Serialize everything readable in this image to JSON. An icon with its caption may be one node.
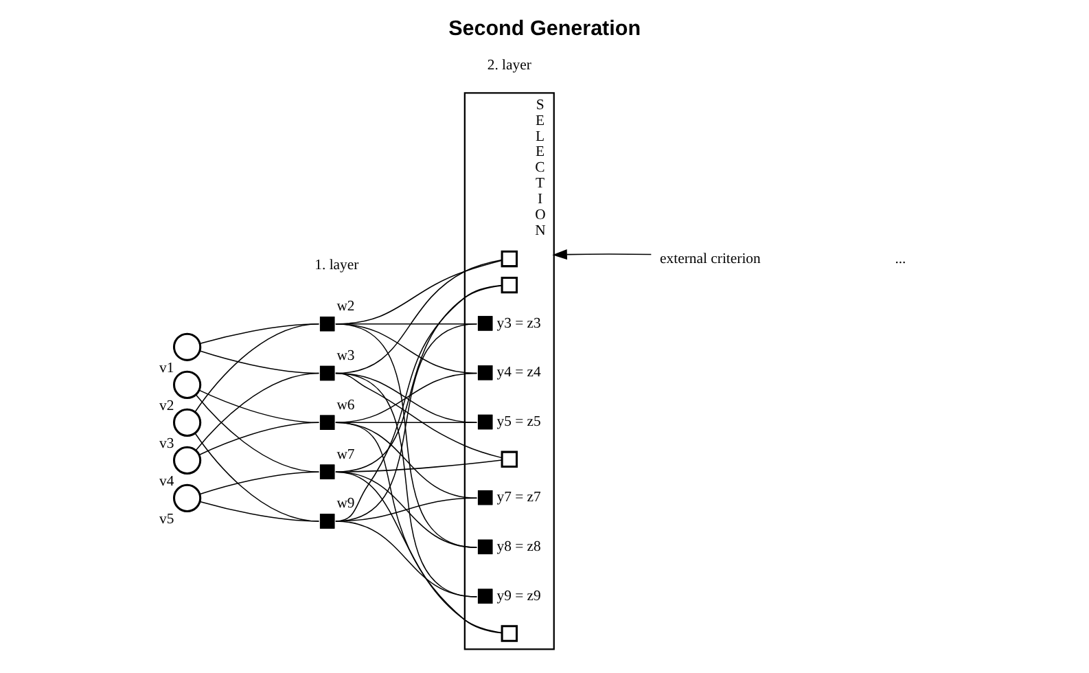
{
  "diagram": {
    "title": "Second Generation",
    "nodes": [
      {
        "text": [],
        "shape": "circle",
        "beside": [
          "v1"
        ]
      },
      {
        "text": [],
        "shape": "circle",
        "beside": [
          "v2"
        ]
      },
      {
        "text": [],
        "shape": "circle",
        "beside": [
          "v3"
        ]
      },
      {
        "text": [],
        "shape": "circle",
        "beside": [
          "v4"
        ]
      },
      {
        "text": [],
        "shape": "circle",
        "beside": [
          "v5"
        ]
      },
      {
        "text": [],
        "shape": "box",
        "beside": [
          "w2"
        ]
      },
      {
        "text": [],
        "shape": "box",
        "beside": [
          "w3"
        ]
      },
      {
        "text": [],
        "shape": "box",
        "beside": [
          "w6"
        ]
      },
      {
        "text": [],
        "shape": "box",
        "beside": [
          "w7"
        ]
      },
      {
        "text": [],
        "shape": "box",
        "beside": [
          "w9"
        ]
      },
      {
        "text": [
          "SELECTION"
        ]
      },
      {
        "text": [],
        "shape": "box",
        "in": 10
      },
      {
        "text": [],
        "shape": "box",
        "in": 10
      },
      {
        "text": [],
        "shape": "box",
        "in": 10,
        "beside": [
          "y3 = z3"
        ]
      },
      {
        "text": [],
        "shape": "box",
        "in": 10,
        "beside": [
          "y4 = z4"
        ]
      },
      {
        "text": [],
        "shape": "box",
        "in": 10,
        "beside": [
          "y5 = z5"
        ]
      },
      {
        "text": [],
        "shape": "box",
        "in": 10
      },
      {
        "text": [],
        "shape": "box",
        "in": 10,
        "beside": [
          "y7 = z7"
        ]
      },
      {
        "text": [],
        "shape": "box",
        "in": 10,
        "beside": [
          "y8 = z8"
        ]
      },
      {
        "text": [],
        "shape": "box",
        "in": 10,
        "beside": [
          "y9 = z9"
        ]
      },
      {
        "text": [],
        "shape": "box",
        "in": 10
      },
      {
        "text": [
          "external criterion"
        ]
      }
    ],
    "edges": [
      {
        "from": 0,
        "to": 5,
        "arrow": "none"
      },
      {
        "from": 0,
        "to": 6,
        "arrow": "none"
      },
      {
        "from": 1,
        "to": 7,
        "arrow": "none"
      },
      {
        "from": 1,
        "to": 8,
        "arrow": "none"
      },
      {
        "from": 2,
        "to": 5,
        "arrow": "none"
      },
      {
        "from": 2,
        "to": 9,
        "arrow": "none"
      },
      {
        "from": 3,
        "to": 6,
        "arrow": "none"
      },
      {
        "from": 3,
        "to": 7,
        "arrow": "none"
      },
      {
        "from": 4,
        "to": 8,
        "arrow": "none"
      },
      {
        "from": 4,
        "to": 9,
        "arrow": "none"
      },
      {
        "from": 5,
        "to": 11,
        "arrow": "none"
      },
      {
        "from": 6,
        "to": 11,
        "arrow": "none"
      },
      {
        "from": 8,
        "to": 12,
        "arrow": "none"
      },
      {
        "from": 9,
        "to": 12,
        "arrow": "none"
      },
      {
        "from": 5,
        "to": 13,
        "arrow": "none"
      },
      {
        "from": 9,
        "to": 13,
        "arrow": "none"
      },
      {
        "from": 5,
        "to": 14,
        "arrow": "none"
      },
      {
        "from": 7,
        "to": 14,
        "arrow": "none"
      },
      {
        "from": 6,
        "to": 15,
        "arrow": "none"
      },
      {
        "from": 7,
        "to": 15,
        "arrow": "none"
      },
      {
        "from": 6,
        "to": 16,
        "arrow": "none"
      },
      {
        "from": 8,
        "to": 16,
        "arrow": "none"
      },
      {
        "from": 7,
        "to": 17,
        "arrow": "none"
      },
      {
        "from": 9,
        "to": 17,
        "arrow": "none"
      },
      {
        "from": 5,
        "to": 18,
        "arrow": "none"
      },
      {
        "from": 8,
        "to": 18,
        "arrow": "none"
      },
      {
        "from": 6,
        "to": 19,
        "arrow": "none"
      },
      {
        "from": 9,
        "to": 19,
        "arrow": "none"
      },
      {
        "from": 7,
        "to": 20,
        "arrow": "none"
      },
      {
        "from": 8,
        "to": 20,
        "arrow": "none"
      },
      {
        "from": 21,
        "to": 10,
        "arrow": "to"
      }
    ],
    "labels": [
      "1. layer",
      "2. layer",
      "..."
    ]
  }
}
